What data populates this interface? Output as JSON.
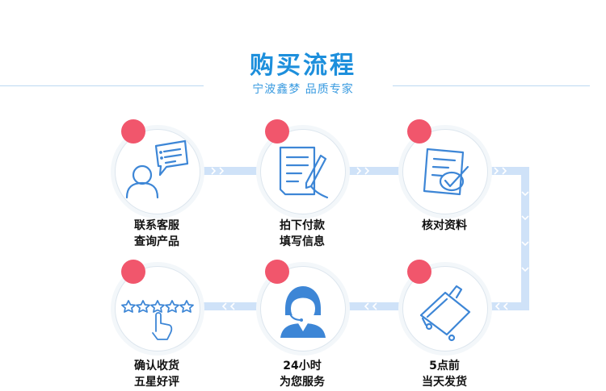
{
  "header": {
    "title": "购买流程",
    "subtitle": "宁波鑫梦 品质专家"
  },
  "steps": [
    {
      "line1": "联系客服",
      "line2": "查询产品",
      "icon": "customer-service-icon"
    },
    {
      "line1": "拍下付款",
      "line2": "填写信息",
      "icon": "write-document-icon"
    },
    {
      "line1": "核对资料",
      "line2": "",
      "icon": "check-document-icon"
    },
    {
      "line1": "5点前",
      "line2": "当天发货",
      "icon": "suitcase-icon"
    },
    {
      "line1": "24小时",
      "line2": "为您服务",
      "icon": "headset-operator-icon"
    },
    {
      "line1": "确认收货",
      "line2": "五星好评",
      "icon": "five-star-rating-icon"
    }
  ],
  "colors": {
    "title": "#1d8fdc",
    "subtitle": "#3a9be0",
    "dot": "#f1566c",
    "icon": "#3d86d6",
    "connector": "#cfe2f8",
    "chevron": "#ffffff"
  }
}
